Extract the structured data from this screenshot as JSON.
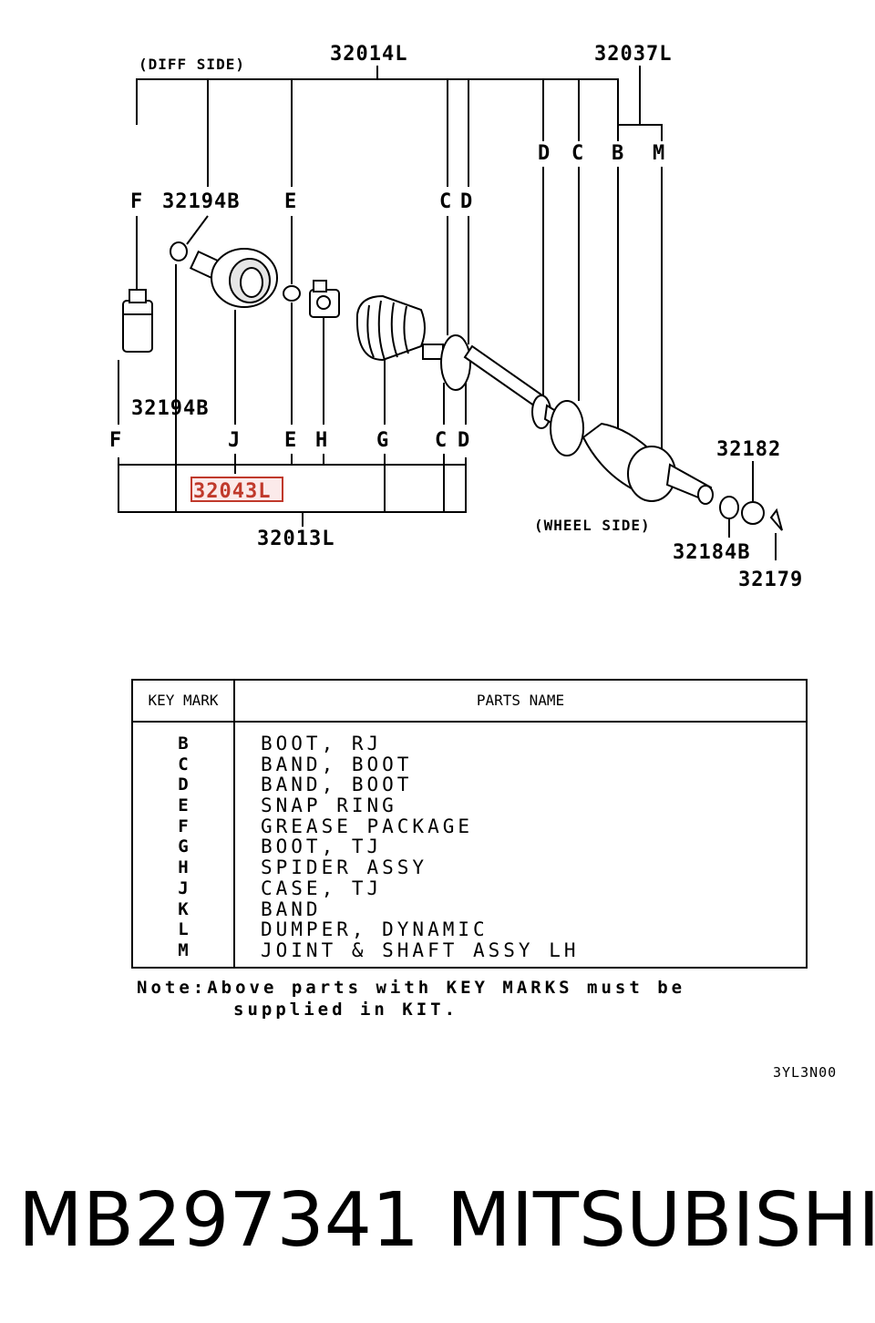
{
  "diagram": {
    "side_labels": {
      "diff": "(DIFF SIDE)",
      "wheel": "(WHEEL SIDE)"
    },
    "part_numbers": {
      "p32014L": "32014L",
      "p32037L": "32037L",
      "p32194B_top": "32194B",
      "p32194B_bottom": "32194B",
      "p32043L": "32043L",
      "p32013L": "32013L",
      "p32182": "32182",
      "p32184B": "32184B",
      "p32179": "32179"
    },
    "key_letters": {
      "top_F": "F",
      "top_E": "E",
      "top_C": "C",
      "top_D": "D",
      "right_D": "D",
      "right_C": "C",
      "right_B": "B",
      "right_M": "M",
      "bot_F": "F",
      "bot_J": "J",
      "bot_E": "E",
      "bot_H": "H",
      "bot_G": "G",
      "bot_C": "C",
      "bot_D": "D"
    },
    "highlight_color": "#c0392b"
  },
  "table": {
    "header_key": "KEY MARK",
    "header_name": "PARTS NAME",
    "rows": [
      {
        "key": "B",
        "name": "BOOT, RJ"
      },
      {
        "key": "C",
        "name": "BAND, BOOT"
      },
      {
        "key": "D",
        "name": "BAND, BOOT"
      },
      {
        "key": "E",
        "name": "SNAP RING"
      },
      {
        "key": "F",
        "name": "GREASE PACKAGE"
      },
      {
        "key": "G",
        "name": "BOOT, TJ"
      },
      {
        "key": "H",
        "name": "SPIDER ASSY"
      },
      {
        "key": "J",
        "name": "CASE, TJ"
      },
      {
        "key": "K",
        "name": "BAND"
      },
      {
        "key": "L",
        "name": "DUMPER, DYNAMIC"
      },
      {
        "key": "M",
        "name": "JOINT & SHAFT ASSY LH"
      }
    ]
  },
  "note": {
    "line1": "Note:Above parts with KEY MARKS must be",
    "line2": "supplied in KIT."
  },
  "diagram_code": "3YL3N00",
  "footer": {
    "part_number": "MB297341",
    "brand": "MITSUBISHI"
  }
}
